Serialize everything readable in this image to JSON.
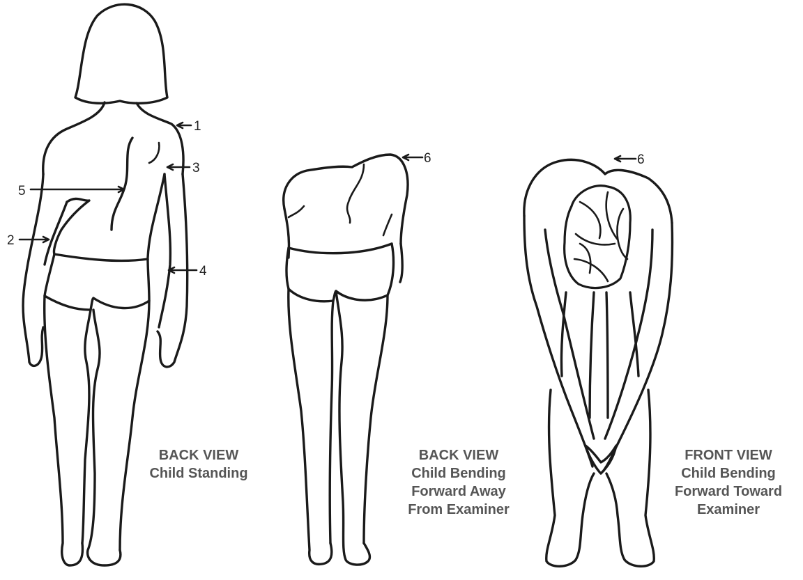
{
  "callouts": {
    "c1": "1",
    "c2": "2",
    "c3": "3",
    "c4": "4",
    "c5": "5",
    "c6a": "6",
    "c6b": "6"
  },
  "captions": {
    "standing": {
      "line1": "BACK VIEW",
      "line2": "Child Standing"
    },
    "bending_away": {
      "line1": "BACK VIEW",
      "line2": "Child Bending",
      "line3": "Forward Away",
      "line4": "From Examiner"
    },
    "bending_toward": {
      "line1": "FRONT  VIEW",
      "line2": "Child Bending",
      "line3": "Forward Toward",
      "line4": "Examiner"
    }
  }
}
